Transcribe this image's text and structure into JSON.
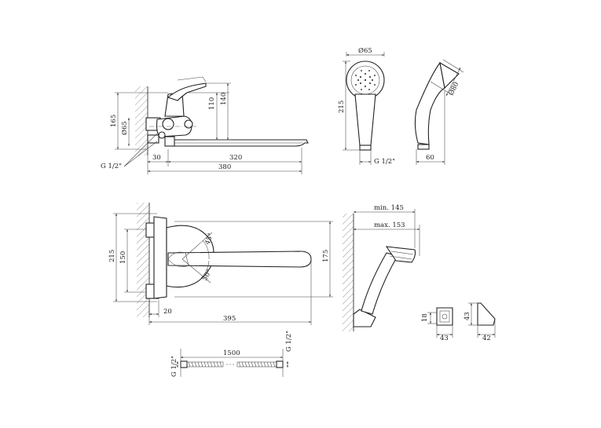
{
  "dimensions": {
    "mixer_side": {
      "d65": "Ø65",
      "h165": "165",
      "h110": "110",
      "h140": "140",
      "w30": "30",
      "w320": "320",
      "w380": "380",
      "thread": "G 1/2\""
    },
    "shower_head": {
      "d65": "Ø65",
      "h215": "215",
      "thread": "G 1/2\"",
      "d80": "Ø80",
      "w60": "60"
    },
    "mixer_top": {
      "h215": "215",
      "h150": "150",
      "h175": "175",
      "a45": "45°",
      "a50": "50°",
      "w20": "20",
      "w395": "395"
    },
    "holder": {
      "min": "min. 145",
      "max": "max. 153",
      "h18": "18",
      "w43a": "43",
      "h43": "43",
      "w42": "42"
    },
    "hose": {
      "left_thread": "G 1/2\"",
      "length": "1500",
      "right_thread": "G 1/2\""
    }
  }
}
